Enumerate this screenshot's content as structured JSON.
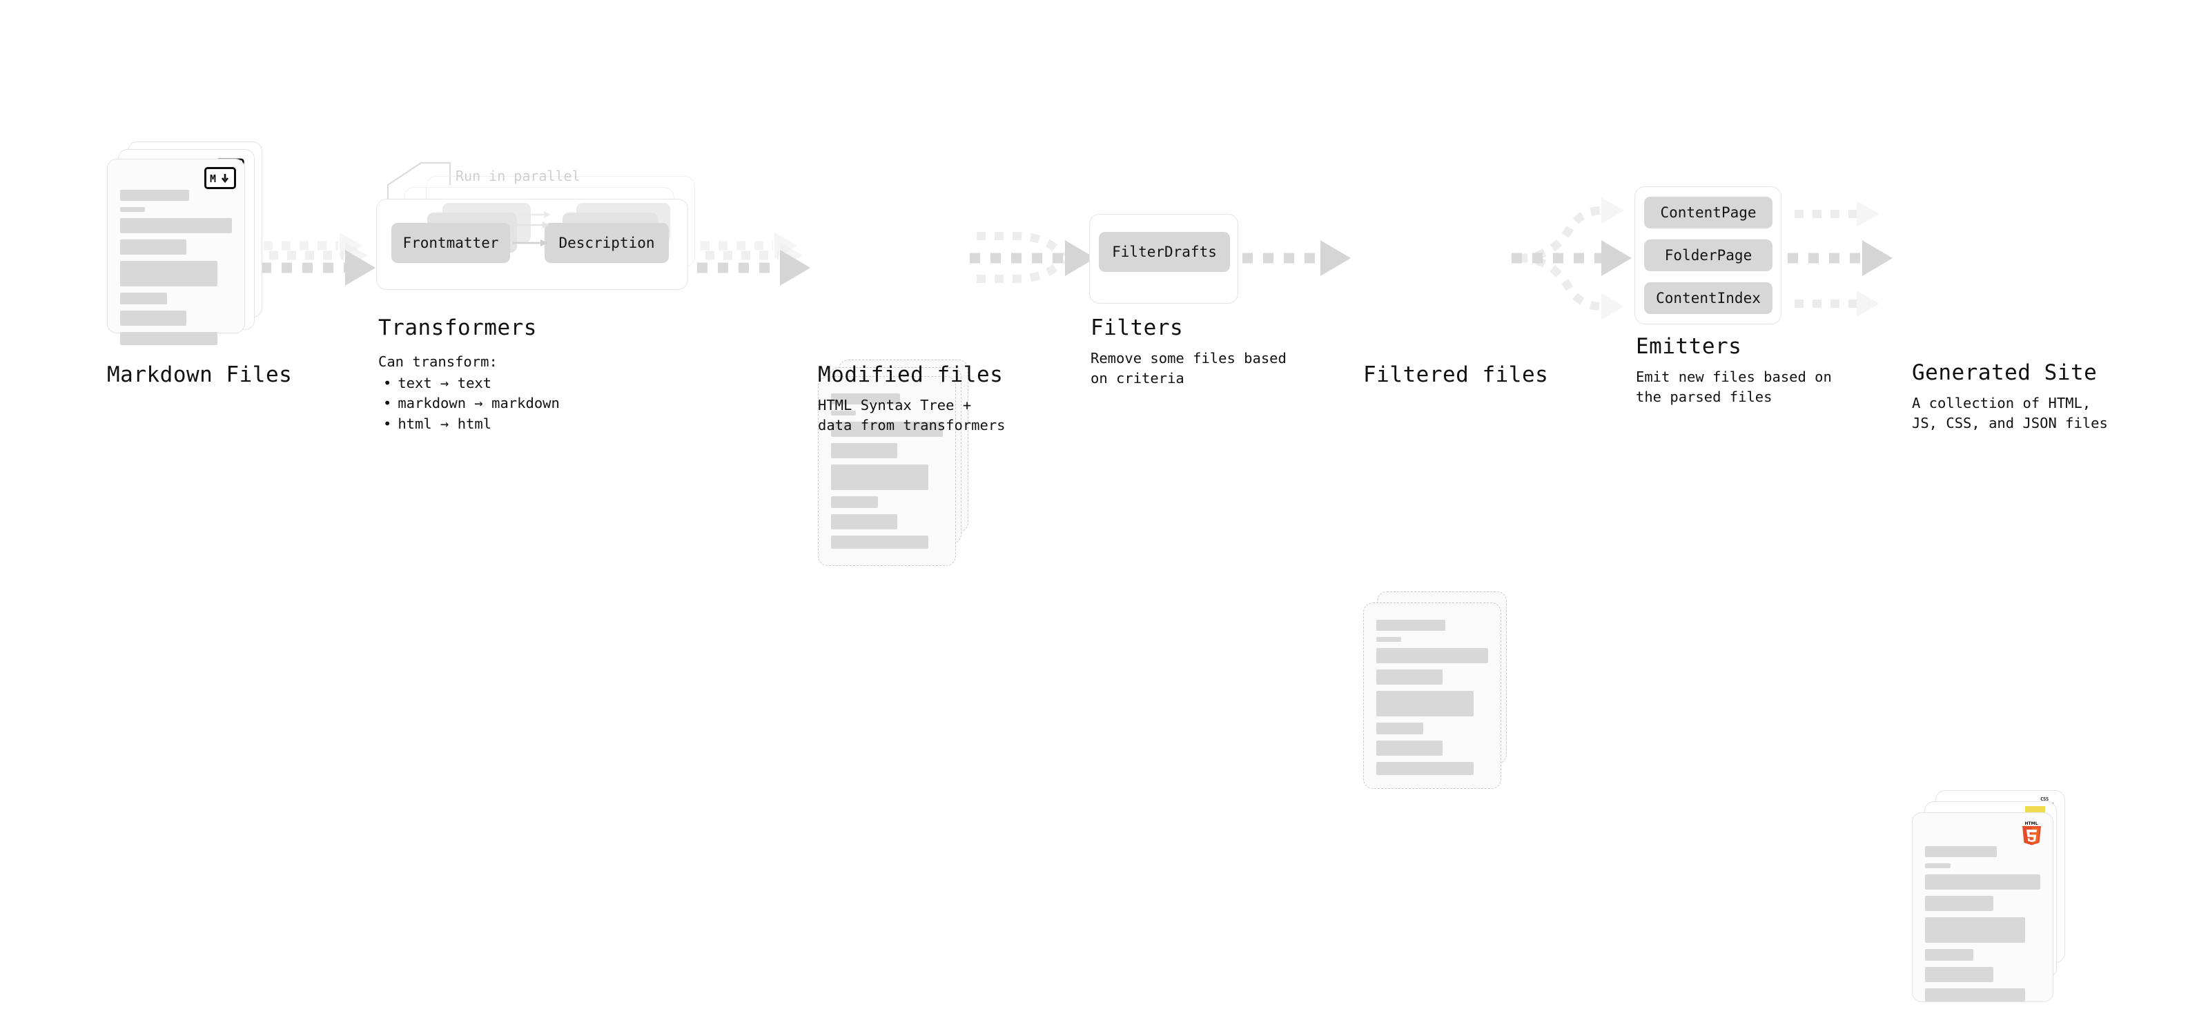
{
  "diagram": {
    "title_font_size": 31,
    "accent_colors": {
      "html5": "#e44d26",
      "html5_dark": "#f16529",
      "js": "#f0db4f",
      "css": "#264de4",
      "chip": "#d7d7d7",
      "bar": "#d8d8d8",
      "arrow": "#d5d5d5",
      "panel_border": "#e6e6e6",
      "text": "#111111",
      "muted": "#cfcfcf"
    }
  },
  "stages": {
    "markdown_files": {
      "title": "Markdown Files",
      "subtitle": "",
      "badge": "markdown-badge",
      "badge_text": "M"
    },
    "transformers": {
      "title": "Transformers",
      "subtitle": "Can transform:",
      "parallel_label": "Run in parallel",
      "chips": [
        {
          "label": "Frontmatter"
        },
        {
          "label": "Description"
        }
      ],
      "bullets": [
        "text → text",
        "markdown → markdown",
        "html → html"
      ]
    },
    "modified_files": {
      "title": "Modified files",
      "subtitle": "HTML Syntax Tree +\ndata from transformers"
    },
    "filters": {
      "title": "Filters",
      "subtitle": "Remove some files based\non criteria",
      "chips": [
        {
          "label": "FilterDrafts"
        }
      ]
    },
    "filtered_files": {
      "title": "Filtered files",
      "subtitle": ""
    },
    "emitters": {
      "title": "Emitters",
      "subtitle": "Emit new files based on\nthe parsed files",
      "chips": [
        {
          "label": "ContentPage"
        },
        {
          "label": "FolderPage"
        },
        {
          "label": "ContentIndex"
        }
      ]
    },
    "generated_site": {
      "title": "Generated Site",
      "subtitle": "A collection of HTML,\nJS, CSS, and JSON files",
      "badges": [
        "html5-badge",
        "js-badge",
        "css-badge"
      ],
      "css_badge_text": "CSS"
    }
  }
}
